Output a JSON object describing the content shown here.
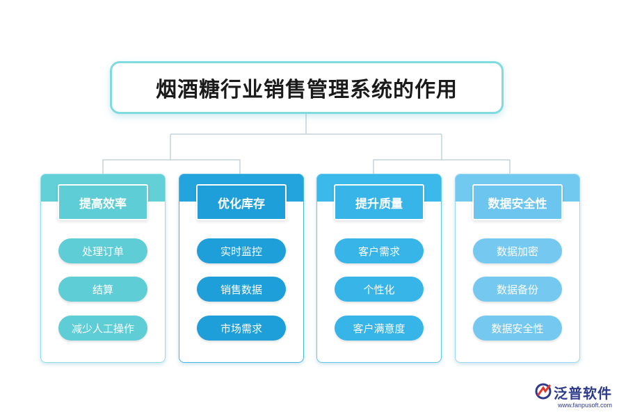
{
  "title": "烟酒糖行业销售管理系统的作用",
  "columns": [
    {
      "header": "提高效率",
      "band_color": "#63d0d8",
      "header_color": "#5fcdd6",
      "item_color": "#5fcdd6",
      "border_color": "#8edfe5",
      "items": [
        "处理订单",
        "结算",
        "减少人工操作"
      ]
    },
    {
      "header": "优化库存",
      "band_color": "#24a4dc",
      "header_color": "#1f9fda",
      "item_color": "#1f9fda",
      "border_color": "#4ab4e3",
      "items": [
        "实时监控",
        "销售数据",
        "市场需求"
      ]
    },
    {
      "header": "提升质量",
      "band_color": "#3bb9ea",
      "header_color": "#37b5e8",
      "item_color": "#37b5e8",
      "border_color": "#62c6ee",
      "items": [
        "客户需求",
        "个性化",
        "客户满意度"
      ]
    },
    {
      "header": "数据安全性",
      "band_color": "#72c9f0",
      "header_color": "#6cc5ee",
      "item_color": "#75c9f0",
      "border_color": "#99d8f4",
      "items": [
        "数据加密",
        "数据备份",
        "数据安全性"
      ]
    }
  ],
  "colors": {
    "connector": "#c3d3dc",
    "title_border": "#7fdbe0"
  },
  "logo": {
    "name": "泛普软件",
    "url": "www.fanpusoft.com",
    "icon": "fanpu-logo-icon"
  }
}
